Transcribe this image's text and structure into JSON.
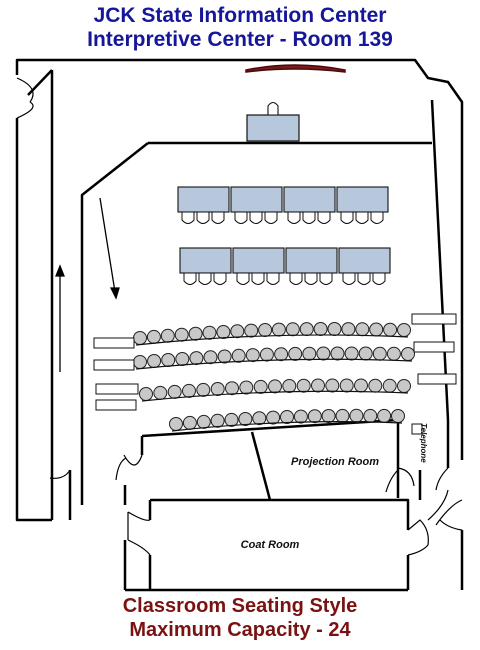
{
  "header": {
    "line1": "JCK State Information Center",
    "line2": "Interpretive Center - Room 139"
  },
  "rooms": {
    "projection": "Projection Room",
    "coat": "Coat Room",
    "telephone": "Telephone"
  },
  "footer": {
    "line1": "Classroom Seating Style",
    "line2": "Maximum Capacity - 24"
  },
  "colors": {
    "title": "#16169a",
    "footer": "#7a1212",
    "table_fill": "#b8c8dc",
    "chair_fill": "#c8c8c8",
    "stage_fill": "#7a1a1a"
  }
}
